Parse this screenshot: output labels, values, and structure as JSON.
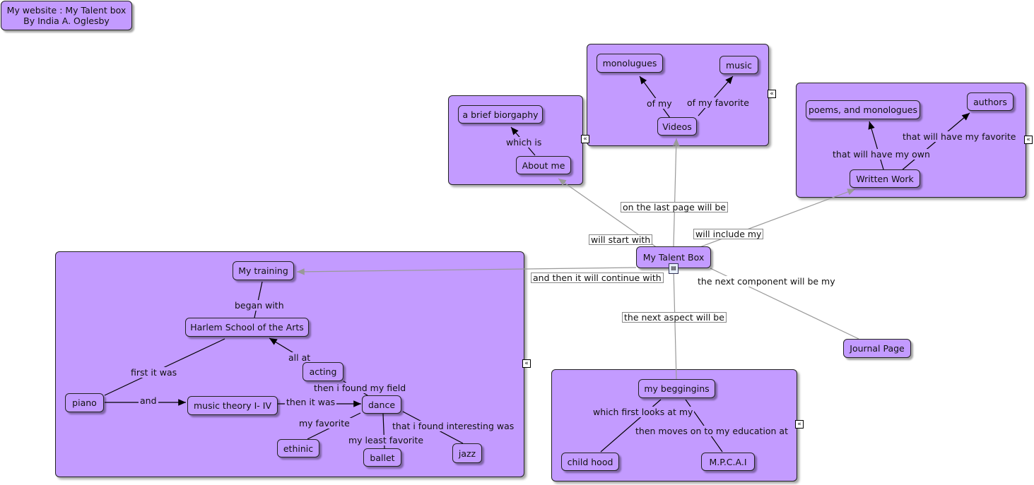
{
  "header": {
    "line1": "My website : My Talent box",
    "line2": "By India A. Oglesby"
  },
  "central": {
    "label": "My Talent Box"
  },
  "colors": {
    "node_fill": "#c39bff",
    "border": "#222222",
    "main_link": "#999999",
    "sub_link": "#000000"
  },
  "nodes": {
    "about_me": "About me",
    "biography": "a brief biorgaphy",
    "videos": "Videos",
    "monologues": "monolugues",
    "music": "music",
    "written_work": "Written Work",
    "poems": "poems, and monologues",
    "authors": "authors",
    "journal_page": "Journal Page",
    "my_training": "My training",
    "harlem": "Harlem School of the Arts",
    "acting": "acting",
    "piano": "piano",
    "music_theory": "music theory I- IV",
    "dance": "dance",
    "ethinic": "ethinic",
    "ballet": "ballet",
    "jazz": "jazz",
    "beginnings": "my beggingins",
    "childhood": "child hood",
    "mpcai": "M.P.C.A.I"
  },
  "links": {
    "will_start_with": "will start with",
    "on_last_page": "on the last page will be",
    "will_include_my": "will include my",
    "continue_with": "and then it will continue with",
    "next_component": "the next component will be my",
    "next_aspect": "the next aspect will be",
    "which_is": "which is",
    "of_my": "of my",
    "of_my_favorite": "of my favorite",
    "have_my_own": "that will have my own",
    "have_my_favorite": "that will have my favorite",
    "began_with": "began with",
    "all_at": "all at",
    "first_it_was": "first it was",
    "and": "and",
    "then_it_was": "then it was",
    "then_found_field": "then i found my field",
    "my_favorite": "my favorite",
    "my_least_favorite": "my least favorite",
    "found_interesting": "that i found interesting was",
    "which_first_looks": "which first looks at my",
    "then_moves_on": "then moves on to my education at"
  },
  "icons": {
    "collapse": "collapse-icon",
    "document": "document-icon"
  }
}
